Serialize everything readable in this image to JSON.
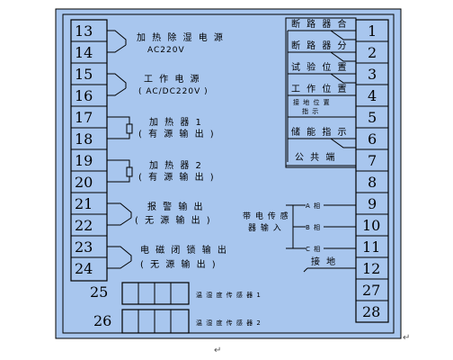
{
  "left_terminals": [
    {
      "num": "13"
    },
    {
      "num": "14"
    },
    {
      "num": "15"
    },
    {
      "num": "16"
    },
    {
      "num": "17"
    },
    {
      "num": "18"
    },
    {
      "num": "19"
    },
    {
      "num": "20"
    },
    {
      "num": "21"
    },
    {
      "num": "22"
    },
    {
      "num": "23"
    },
    {
      "num": "24"
    }
  ],
  "right_terminals": [
    {
      "num": "1",
      "label": "断 路 器 合"
    },
    {
      "num": "2",
      "label": "断 路 器 分"
    },
    {
      "num": "3",
      "label": "试 验 位 置"
    },
    {
      "num": "4",
      "label": "工 作 位 置"
    },
    {
      "num": "5",
      "label_line1": "接 地 位 置",
      "label_line2": "指 示"
    },
    {
      "num": "6",
      "label": "储 能 指 示"
    },
    {
      "num": "7",
      "label": "公 共 端"
    },
    {
      "num": "8"
    },
    {
      "num": "9"
    },
    {
      "num": "10"
    },
    {
      "num": "11"
    },
    {
      "num": "12"
    },
    {
      "num": "27"
    },
    {
      "num": "28"
    }
  ],
  "left_labels": {
    "heater_power_line1": "加 热 除 湿 电 源",
    "heater_power_line2": "AC220V",
    "work_power_line1": "工 作 电 源",
    "work_power_line2": "( AC/DC220V )",
    "heater1_line1": "加 热 器 1",
    "heater1_line2": "( 有 源 输 出 )",
    "heater2_line1": "加 热 器 2",
    "heater2_line2": "( 有 源 输 出 )",
    "alarm_line1": "报 警 输 出",
    "alarm_line2": "( 无 源 输 出 )",
    "lock_line1": "电 磁 闭 锁 输 出",
    "lock_line2": "( 无 源 输 出 )"
  },
  "sensor_block": {
    "label_line1": "带 电 传 感",
    "label_line2": "器 输 入",
    "phase_a": "A 相",
    "phase_b": "B 相",
    "phase_c": "C 相",
    "ground": "接 地"
  },
  "bottom_sensors": [
    {
      "num": "25",
      "label": "温 湿 度 传 感 器 1"
    },
    {
      "num": "26",
      "label": "温 湿 度 传 感 器 2"
    }
  ],
  "paragraph_mark": "↵",
  "colors": {
    "panel": "#a8c6ee",
    "line": "#000000"
  }
}
